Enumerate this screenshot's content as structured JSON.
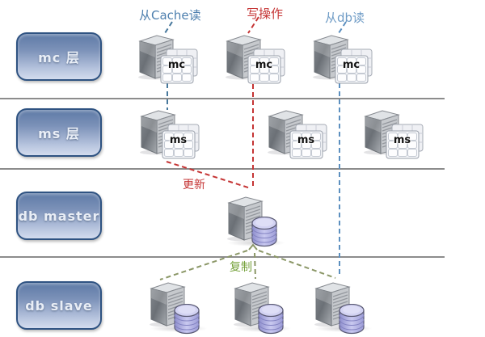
{
  "diagram": {
    "flow_labels": {
      "read_cache": "从Cache读",
      "write_op": "写操作",
      "read_db": "从db读",
      "update": "更新",
      "replicate": "复制"
    },
    "layers": [
      {
        "id": "mc",
        "label": "mc 层",
        "servers": [
          "mc",
          "mc",
          "mc"
        ]
      },
      {
        "id": "ms",
        "label": "ms 层",
        "servers": [
          "ms",
          "ms",
          "ms"
        ]
      },
      {
        "id": "db_master",
        "label": "db master",
        "servers": []
      },
      {
        "id": "db_slave",
        "label": "db slave",
        "servers": []
      }
    ],
    "colors": {
      "read_cache_line": "#47789c",
      "write_line": "#c53434",
      "read_db_line": "#5c8fbf",
      "replicate_line": "#8b9767",
      "replicate_text": "#76a23c",
      "update_text": "#c53434",
      "layer_badge_border": "#2f5382",
      "layer_badge_top": "#5e7aa6",
      "layer_badge_bottom": "#d3dcee",
      "separator": "#8c8c8c",
      "db_cylinder": "#9c9cd6"
    }
  }
}
